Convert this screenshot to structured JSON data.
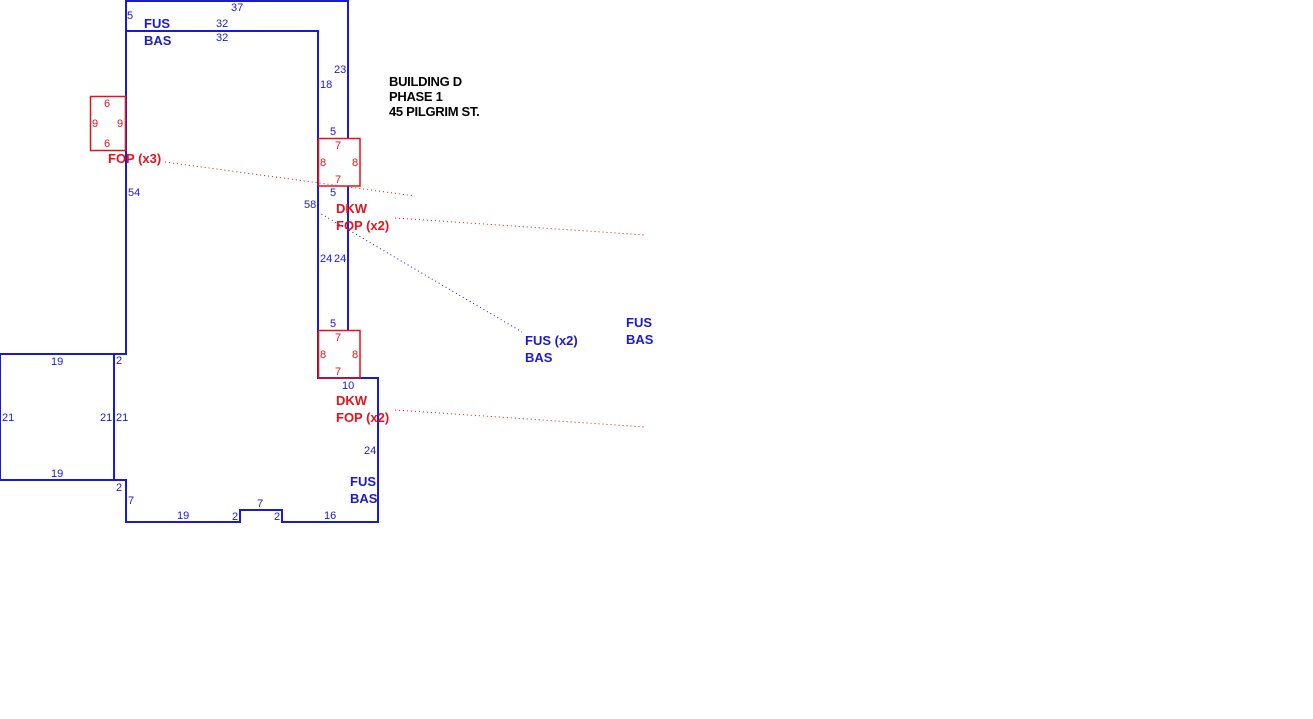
{
  "title": {
    "line1": "BUILDING D",
    "line2": "PHASE 1",
    "line3": "45 PILGRIM ST."
  },
  "colors": {
    "wall": "#1a1ad0",
    "porch": "#e0141e",
    "title": "#000000"
  },
  "areas": {
    "main": {
      "l1": "FUS",
      "l2": "BAS"
    },
    "middle_callout": {
      "l1": "FUS (x2)",
      "l2": "BAS"
    },
    "right_callout": {
      "l1": "FUS",
      "l2": "BAS"
    },
    "lower": {
      "l1": "FUS",
      "l2": "BAS"
    },
    "fop_left": "FOP (x3)",
    "dkw_upper": {
      "l1": "DKW",
      "l2": "FOP (x2)"
    },
    "dkw_lower": {
      "l1": "DKW",
      "l2": "FOP (x2)"
    }
  },
  "dims": {
    "top_outer": "37",
    "top_left": "5",
    "top_inner_a": "32",
    "top_inner_b": "32",
    "right_outer": "23",
    "right_inner": "18",
    "left_main": "54",
    "center": "58",
    "strip_top": "5",
    "strip_mid": "5",
    "strip_bottom": "5",
    "strip_left": "24",
    "strip_right": "24",
    "step": "10",
    "right_lower": "24",
    "wing_top": "19",
    "wing_bottom": "19",
    "wing_left": "21",
    "wing_right": "21",
    "wing_right2": "21",
    "jog_top": "2",
    "jog_bottom": "2",
    "bottom_left_v": "7",
    "bottom_a": "19",
    "notch_l": "2",
    "notch_top": "7",
    "notch_r": "2",
    "bottom_b": "16"
  },
  "porch_dims": {
    "left": {
      "top": "6",
      "bottom": "6",
      "l": "9",
      "r": "9"
    },
    "upper": {
      "top": "7",
      "bottom": "7",
      "l": "8",
      "r": "8"
    },
    "lower": {
      "top": "7",
      "bottom": "7",
      "l": "8",
      "r": "8"
    }
  }
}
